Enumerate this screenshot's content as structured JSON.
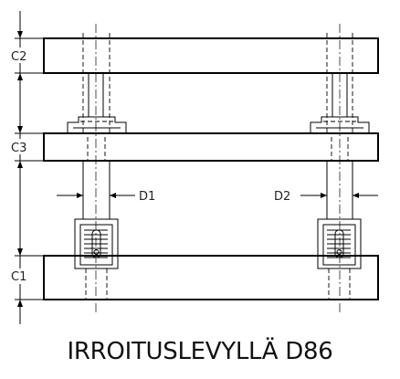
{
  "labels": {
    "c2": "C2",
    "c3": "C3",
    "c1": "C1",
    "d1": "D1",
    "d2": "D2"
  },
  "caption": "IRROITUSLEVYLLÄ D86"
}
